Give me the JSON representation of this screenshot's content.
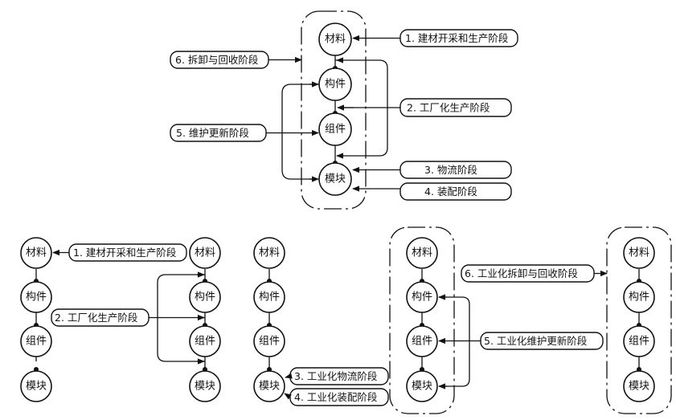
{
  "nodes": {
    "material": "材料",
    "component": "构件",
    "assembly": "组件",
    "module": "模块"
  },
  "top": {
    "stage1": "1. 建材开采和生产阶段",
    "stage2": "2. 工厂化生产阶段",
    "stage3": "3. 物流阶段",
    "stage4": "4. 装配阶段",
    "stage5": "5. 维护更新阶段",
    "stage6": "6. 拆卸与回收阶段"
  },
  "bottom": {
    "stage1": "1. 建材开采和生产阶段",
    "stage2": "2. 工厂化生产阶段",
    "stage3": "3. 工业化物流阶段",
    "stage4": "4. 工业化装配阶段",
    "stage5": "5. 工业化维护更新阶段",
    "stage6": "6. 工业化拆卸与回收阶段"
  },
  "colors": {
    "stroke": "#111111",
    "background": "#ffffff"
  }
}
